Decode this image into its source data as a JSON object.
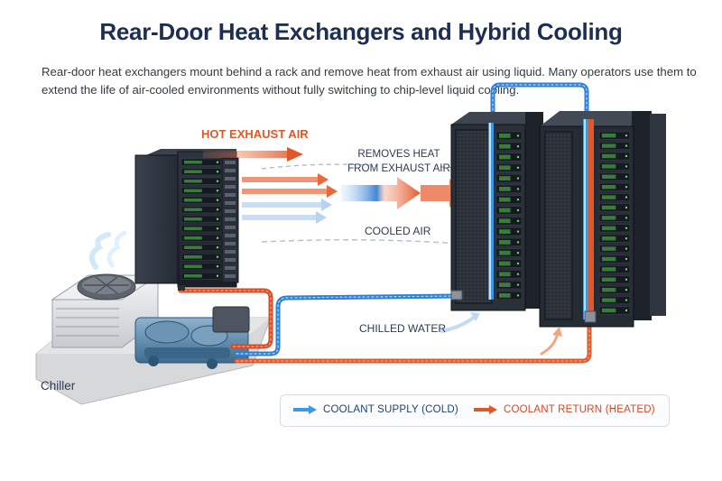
{
  "title": "Rear-Door Heat Exchangers and Hybrid Cooling",
  "intro": "Rear-door heat exchangers mount behind a rack and remove heat from exhaust air using liquid. Many operators use them to extend the life of air-cooled environments without fully switching to chip-level liquid cooling.",
  "labels": {
    "hot_exhaust_air": "HOT EXHAUST AIR",
    "removes_heat_line1": "REMOVES HEAT",
    "removes_heat_line2": "FROM EXHAUST AIR",
    "cooled_air": "COOLED AIR",
    "chilled_water": "CHILLED WATER",
    "chiller": "Chiller"
  },
  "legend": {
    "supply": "COOLANT SUPPLY (COLD)",
    "return": "COOLANT RETURN (HEATED)"
  },
  "colors": {
    "title": "#1c2f52",
    "hot": "#e0572a",
    "cold": "#3c98e0",
    "rack": "#1f242c",
    "server_led": "#48b54a"
  }
}
